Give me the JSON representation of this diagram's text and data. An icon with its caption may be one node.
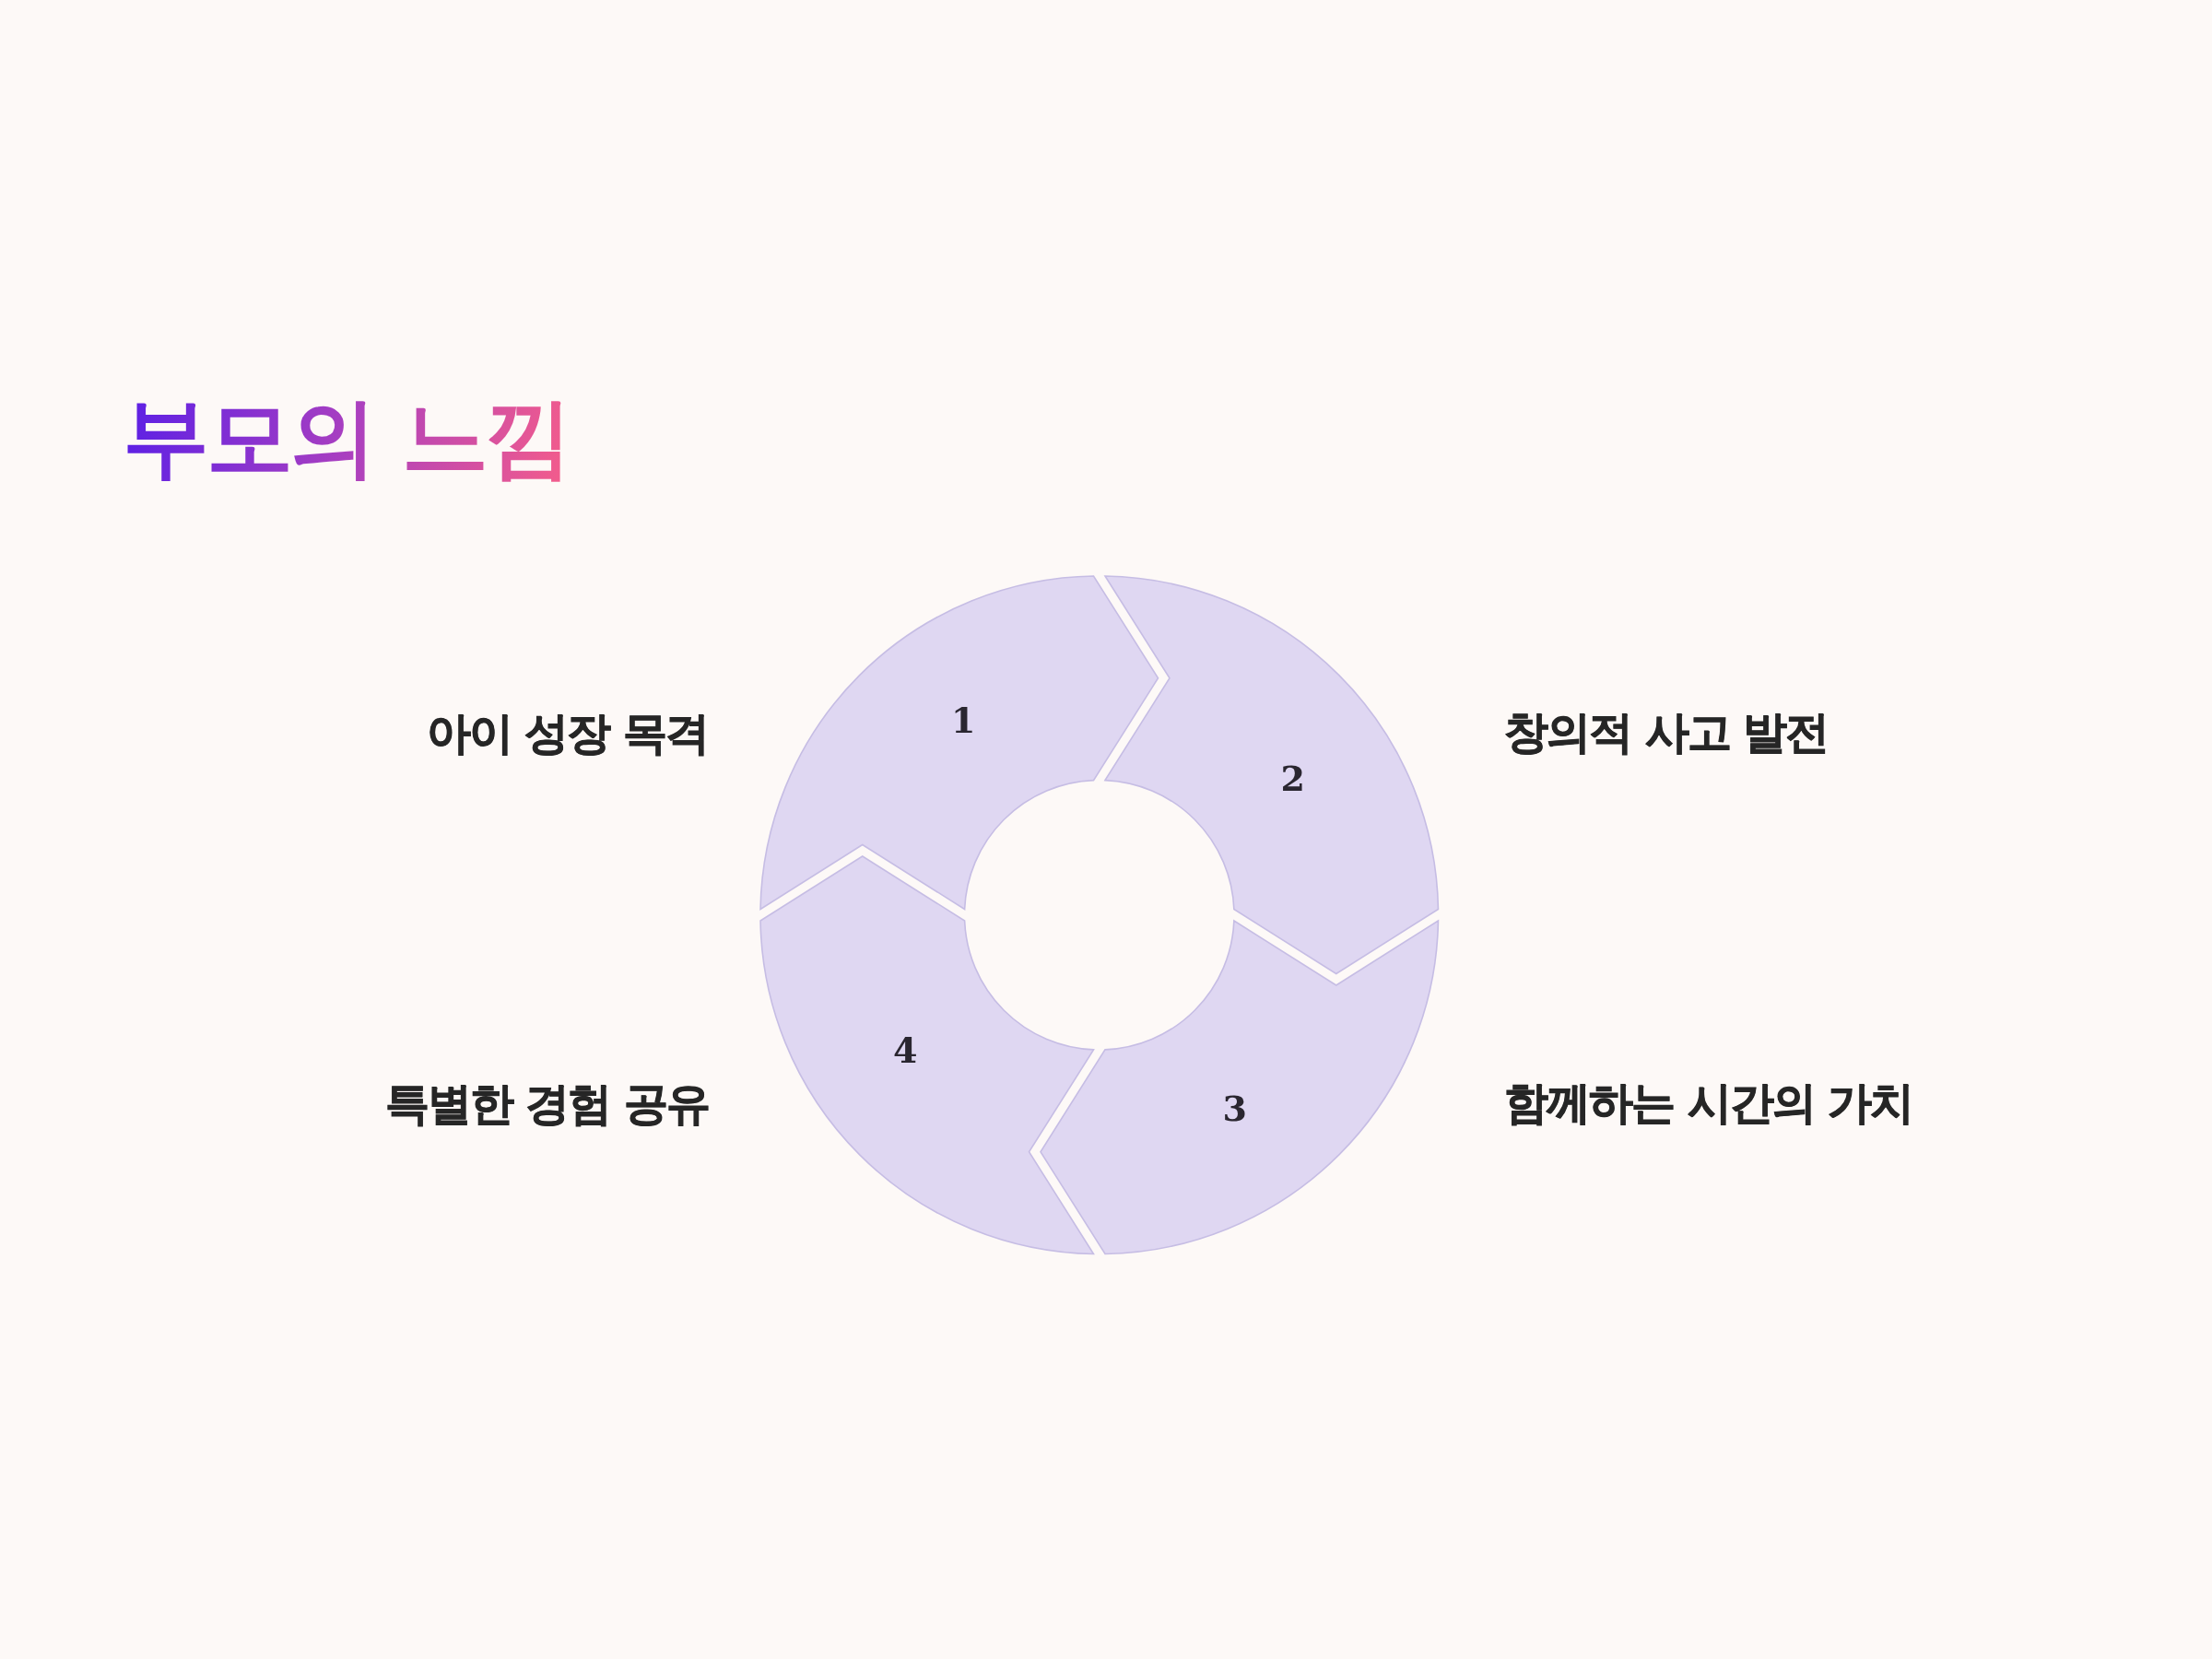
{
  "diagram": {
    "title": "부모의 느낌",
    "nodes": [
      {
        "text": [
          "1"
        ],
        "beside": [
          "아이 성장 목격"
        ]
      },
      {
        "text": [
          "2"
        ],
        "beside": [
          "창의적 사고 발전"
        ]
      },
      {
        "text": [
          "3"
        ],
        "beside": [
          "함께하는 시간의 가치"
        ]
      },
      {
        "text": [
          "4"
        ],
        "beside": [
          "특별한 경험 공유"
        ]
      }
    ]
  }
}
